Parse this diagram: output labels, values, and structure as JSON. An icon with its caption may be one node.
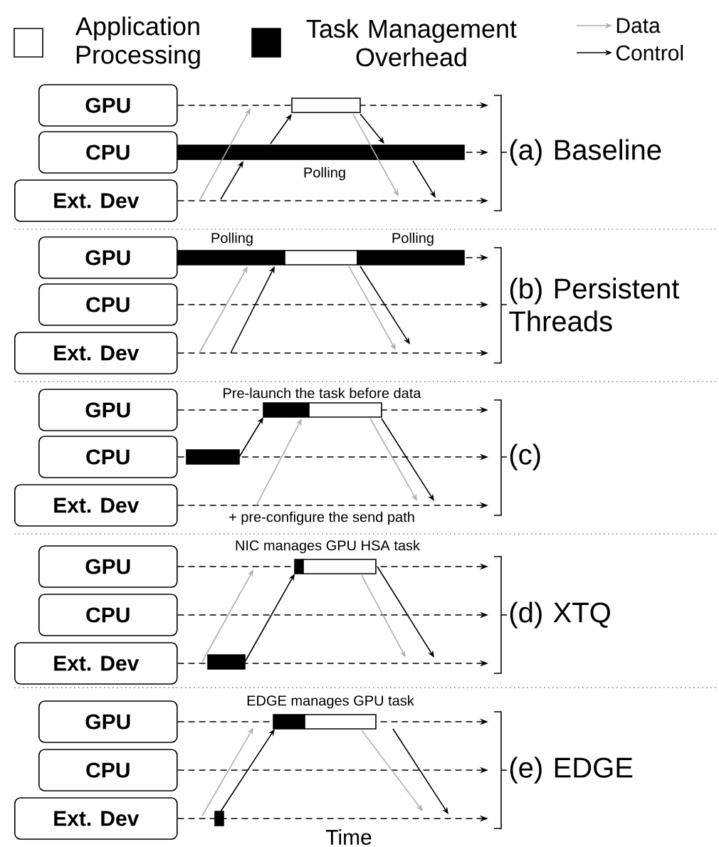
{
  "diagram": {
    "nodes": [
      {
        "text": [
          "GPU"
        ]
      },
      {
        "text": [
          "CPU"
        ]
      },
      {
        "text": [
          "Ext. Dev"
        ]
      },
      {
        "text": [
          "GPU"
        ]
      },
      {
        "text": [
          "CPU"
        ]
      },
      {
        "text": [
          "Ext. Dev"
        ]
      },
      {
        "text": [
          "GPU"
        ]
      },
      {
        "text": [
          "CPU"
        ]
      },
      {
        "text": [
          "Ext. Dev"
        ]
      },
      {
        "text": [
          "GPU"
        ]
      },
      {
        "text": [
          "CPU"
        ]
      },
      {
        "text": [
          "Ext. Dev"
        ]
      },
      {
        "text": [
          "GPU"
        ]
      },
      {
        "text": [
          "CPU"
        ]
      },
      {
        "text": [
          "Ext. Dev"
        ]
      }
    ],
    "edges": [
      {
        "from": 0,
        "to": null,
        "arrow": "to",
        "style": "dashed"
      },
      {
        "from": 1,
        "to": null,
        "arrow": "to",
        "style": "dashed"
      },
      {
        "from": 2,
        "to": null,
        "arrow": "to",
        "style": "dashed"
      },
      {
        "from": 3,
        "to": null,
        "arrow": "to",
        "style": "dashed"
      },
      {
        "from": 4,
        "to": null,
        "arrow": "to",
        "style": "dashed"
      },
      {
        "from": 5,
        "to": null,
        "arrow": "to",
        "style": "dashed"
      },
      {
        "from": 6,
        "to": null,
        "arrow": "to",
        "style": "dashed"
      },
      {
        "from": 7,
        "to": null,
        "arrow": "to",
        "style": "dashed"
      },
      {
        "from": 8,
        "to": null,
        "arrow": "to",
        "style": "dashed"
      },
      {
        "from": 9,
        "to": null,
        "arrow": "to",
        "style": "dashed"
      },
      {
        "from": 10,
        "to": null,
        "arrow": "to",
        "style": "dashed"
      },
      {
        "from": 11,
        "to": null,
        "arrow": "to",
        "style": "dashed"
      },
      {
        "from": 12,
        "to": null,
        "arrow": "to",
        "style": "dashed"
      },
      {
        "from": 13,
        "to": null,
        "arrow": "to",
        "style": "dashed"
      },
      {
        "from": 14,
        "to": null,
        "arrow": "to",
        "style": "dashed"
      }
    ],
    "labels": [
      "(a) Baseline",
      "Polling",
      "Polling",
      "Polling",
      "(b) Persistent Threads",
      "Pre-launch the task before data",
      "(c)",
      "+ pre-configure the send path",
      "NIC manages GPU HSA task",
      "(d) XTQ",
      "EDGE manages GPU task",
      "(e) EDGE",
      "Time"
    ],
    "legend": [
      {
        "text": "Application Processing"
      },
      {
        "text": "Task Management Overhead",
        "color": "#000000"
      },
      {
        "text": "Data"
      },
      {
        "text": "Control"
      }
    ]
  }
}
